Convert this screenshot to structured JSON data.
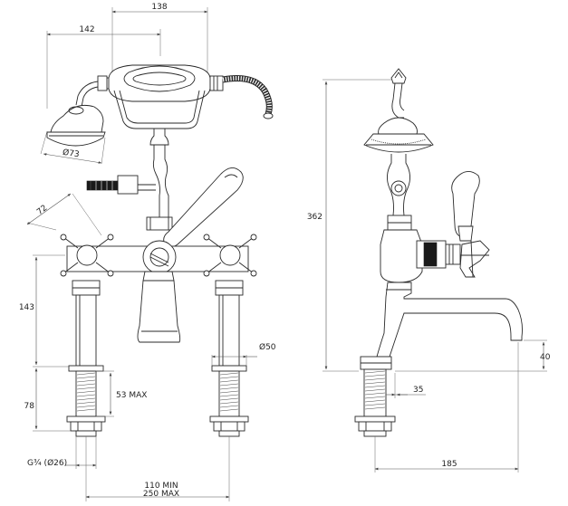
{
  "dimensions": {
    "front": {
      "width_138": "138",
      "width_142": "142",
      "handset_diameter": "Ø73",
      "rotation_72": "72",
      "height_143": "143",
      "height_78": "78",
      "thread_53": "53 MAX",
      "leg_diameter": "Ø50",
      "thread_size": "G¾ (Ø26)",
      "centres_min": "110 MIN",
      "centres_max": "250 MAX"
    },
    "side": {
      "height_362": "362",
      "height_40": "40",
      "width_35": "35",
      "reach_185": "185"
    }
  }
}
